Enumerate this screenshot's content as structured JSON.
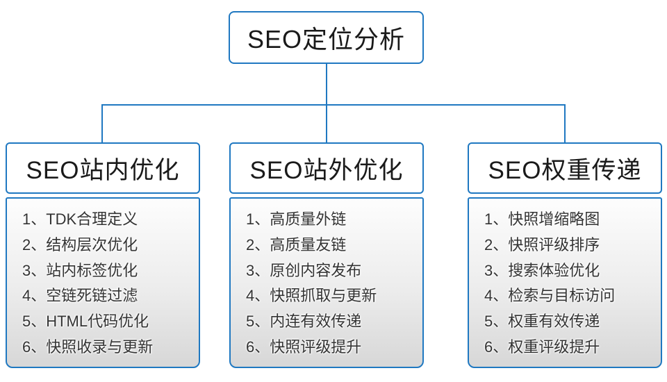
{
  "diagram": {
    "root": {
      "title": "SEO定位分析"
    },
    "columns": [
      {
        "title": "SEO站内优化",
        "items": [
          "1、TDK合理定义",
          "2、结构层次优化",
          "3、站内标签优化",
          "4、空链死链过滤",
          "5、HTML代码优化",
          "6、快照收录与更新"
        ]
      },
      {
        "title": "SEO站外优化",
        "items": [
          "1、高质量外链",
          "2、高质量友链",
          "3、原创内容发布",
          "4、快照抓取与更新",
          "5、内连有效传递",
          "6、快照评级提升"
        ]
      },
      {
        "title": "SEO权重传递",
        "items": [
          "1、快照增缩略图",
          "2、快照评级排序",
          "3、搜索体验优化",
          "4、检索与目标访问",
          "5、权重有效传递",
          "6、权重评级提升"
        ]
      }
    ]
  },
  "colors": {
    "accent_blue": "#1f78c1",
    "header_text": "#1a1a1a",
    "item_text": "#333333",
    "panel_gradient_top": "#fdfdfd",
    "panel_gradient_bottom": "#d7d7d7",
    "background": "#ffffff"
  }
}
